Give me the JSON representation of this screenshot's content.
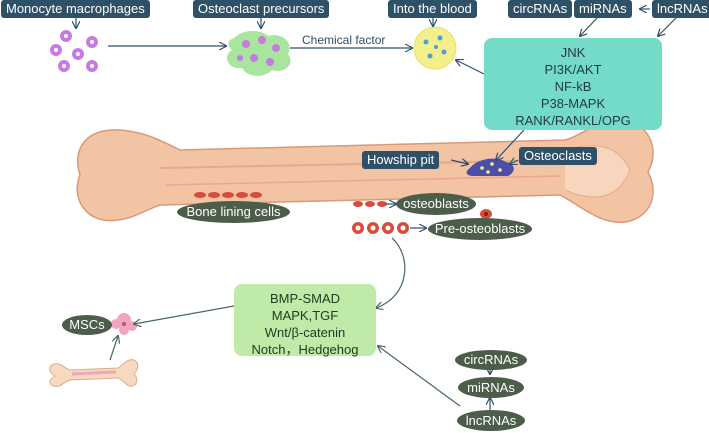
{
  "top_labels": {
    "monocyte": "Monocyte macrophages",
    "precursors": "Osteoclast precursors",
    "blood": "Into the blood",
    "circ": "circRNAs",
    "mirnas": "miRNAs",
    "lnc": "lncRNAs"
  },
  "chemical_factor": "Chemical factor",
  "pathways_top": [
    "JNK",
    "PI3K/AKT",
    "NF-kB",
    "P38-MAPK",
    "RANK/RANKL/OPG"
  ],
  "bone_labels": {
    "howship": "Howship pit",
    "osteoclasts": "Osteoclasts",
    "bone_lining": "Bone lining cells",
    "osteoblasts": "osteoblasts",
    "pre_osteoblasts": "Pre-osteoblasts"
  },
  "pathways_bottom": [
    "BMP-SMAD",
    "MAPK,TGF",
    "Wnt/β-catenin",
    "Notch，Hedgehog"
  ],
  "mscs": "MSCs",
  "bottom_ncrna": {
    "circ": "circRNAs",
    "mirnas": "miRNAs",
    "lnc": "lncRNAs"
  },
  "colors": {
    "navy_label": "#2f5168",
    "teal_box": "#75dbc9",
    "green_box": "#bfeaa8",
    "bone": "#f3c4a3",
    "oval": "#4c5d4a",
    "arrow": "#4a7a88"
  }
}
